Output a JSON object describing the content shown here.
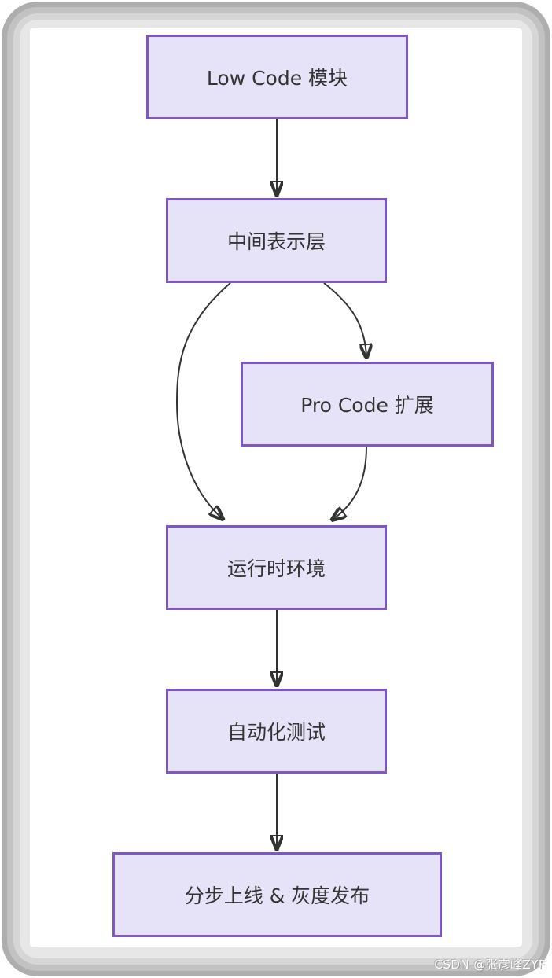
{
  "page": {
    "background": "#ffffff"
  },
  "frame": {
    "shadow_colors": [
      "#aeaeae",
      "#c2c2c2",
      "#d6d6d6",
      "#e7e7e7"
    ]
  },
  "diagram": {
    "type": "flowchart",
    "direction": "top-down",
    "colors": {
      "node_fill": "#e6e2f8",
      "node_border": "#7e57c2",
      "edge": "#333333",
      "text": "#333333"
    },
    "nodes": [
      {
        "id": "low-code",
        "label": "Low Code 模块"
      },
      {
        "id": "intermediate-layer",
        "label": "中间表示层"
      },
      {
        "id": "pro-code",
        "label": "Pro Code 扩展"
      },
      {
        "id": "runtime",
        "label": "运行时环境"
      },
      {
        "id": "auto-test",
        "label": "自动化测试"
      },
      {
        "id": "release",
        "label": "分步上线 & 灰度发布"
      }
    ],
    "edges": [
      {
        "from": "Low Code 模块",
        "to": "中间表示层"
      },
      {
        "from": "中间表示层",
        "to": "Pro Code 扩展"
      },
      {
        "from": "中间表示层",
        "to": "运行时环境"
      },
      {
        "from": "Pro Code 扩展",
        "to": "运行时环境"
      },
      {
        "from": "运行时环境",
        "to": "自动化测试"
      },
      {
        "from": "自动化测试",
        "to": "分步上线 & 灰度发布"
      }
    ]
  },
  "watermark": {
    "text": "CSDN @张彦峰ZYF",
    "color": "#ffffff"
  }
}
